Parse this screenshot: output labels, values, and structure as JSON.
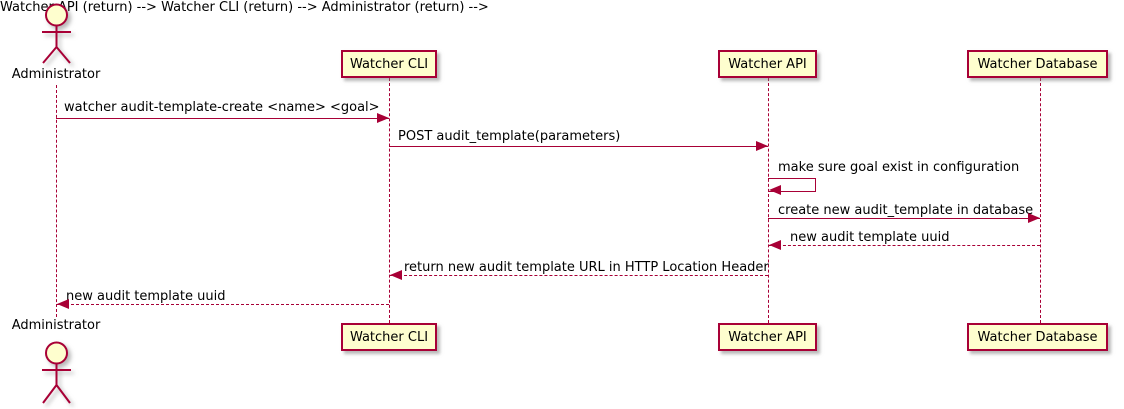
{
  "diagram": {
    "type": "sequence",
    "actor": {
      "label": "Administrator"
    },
    "participants": [
      {
        "label": "Watcher CLI"
      },
      {
        "label": "Watcher API"
      },
      {
        "label": "Watcher Database"
      }
    ],
    "messages": [
      {
        "from": "Administrator",
        "to": "Watcher CLI",
        "label": "watcher audit-template-create <name> <goal>",
        "line": "solid",
        "direction": "right"
      },
      {
        "from": "Watcher CLI",
        "to": "Watcher API",
        "label": "POST audit_template(parameters)",
        "line": "solid",
        "direction": "right"
      },
      {
        "from": "Watcher API",
        "to": "Watcher API",
        "label": "make sure goal exist in configuration",
        "line": "solid",
        "direction": "self"
      },
      {
        "from": "Watcher API",
        "to": "Watcher Database",
        "label": "create new audit_template in database",
        "line": "solid",
        "direction": "right"
      },
      {
        "from": "Watcher Database",
        "to": "Watcher API",
        "label": "new audit template uuid",
        "line": "dashed",
        "direction": "left"
      },
      {
        "from": "Watcher API",
        "to": "Watcher CLI",
        "label": "return new audit template URL in HTTP Location Header",
        "line": "dashed",
        "direction": "left"
      },
      {
        "from": "Watcher CLI",
        "to": "Administrator",
        "label": "new audit template uuid",
        "line": "dashed",
        "direction": "left"
      }
    ],
    "colors": {
      "participant_fill": "#FEFECE",
      "line_color": "#A80036",
      "text_color": "#000000",
      "background": "#FFFFFF"
    }
  }
}
